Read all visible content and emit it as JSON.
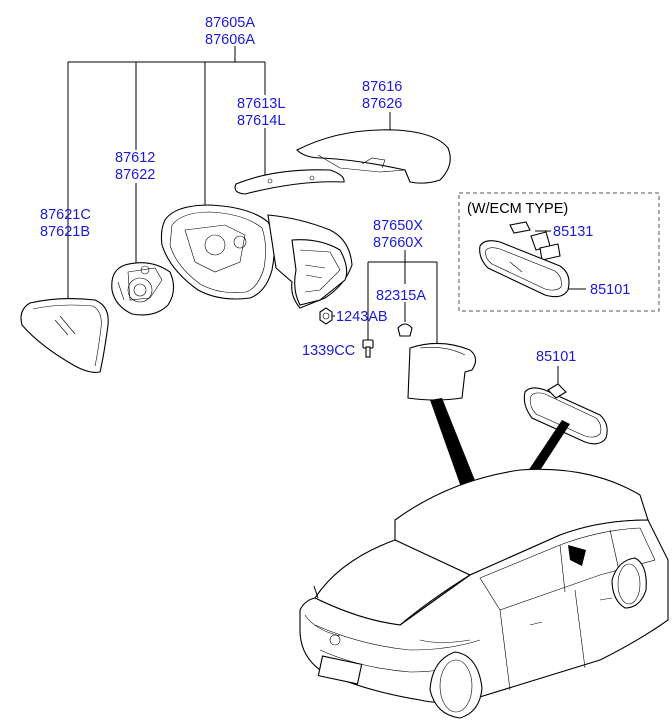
{
  "callouts": {
    "assembly_1": "87605A",
    "assembly_2": "87606A",
    "mirror_glass_1": "87621C",
    "mirror_glass_2": "87621B",
    "actuator_1": "87612",
    "actuator_2": "87622",
    "garnish_1": "87613L",
    "garnish_2": "87614L",
    "scalp_cover_1": "87616",
    "scalp_cover_2": "87626",
    "inside_mirror_cover_1": "87650X",
    "inside_mirror_cover_2": "87660X",
    "clip_a": "82315A",
    "nut_1243": "1243AB",
    "bolt_1339": "1339CC",
    "ecm_note": "(W/ECM TYPE)",
    "bracket_85131": "85131",
    "inside_mirror_ecm": "85101",
    "inside_mirror": "85101"
  }
}
